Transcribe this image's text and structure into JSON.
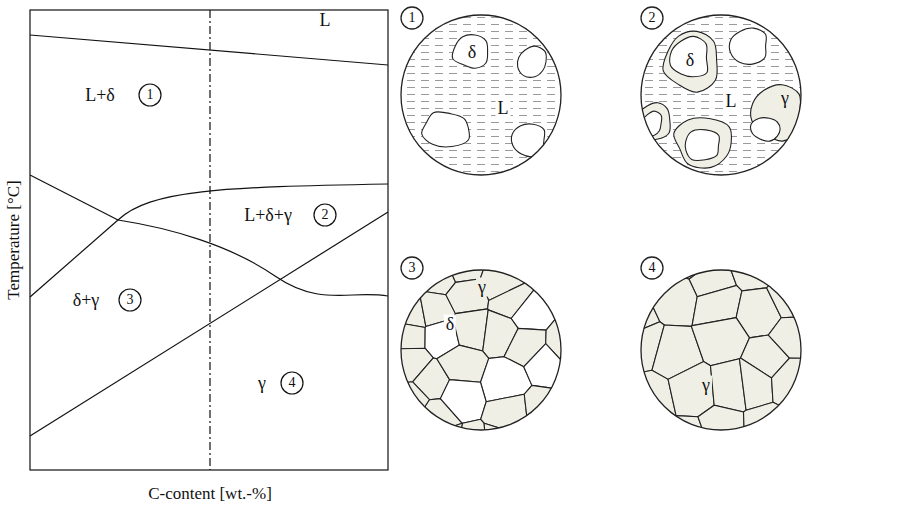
{
  "diagram": {
    "labels": [
      "L",
      "L+δ",
      "1",
      "L+δ+γ",
      "2",
      "δ+γ",
      "3",
      "γ",
      "4",
      "Temperature [°C]",
      "C-content [wt.-%]",
      "1",
      "δ",
      "L",
      "2",
      "δ",
      "L",
      "γ",
      "3",
      "γ",
      "δ",
      "4",
      "γ"
    ]
  }
}
